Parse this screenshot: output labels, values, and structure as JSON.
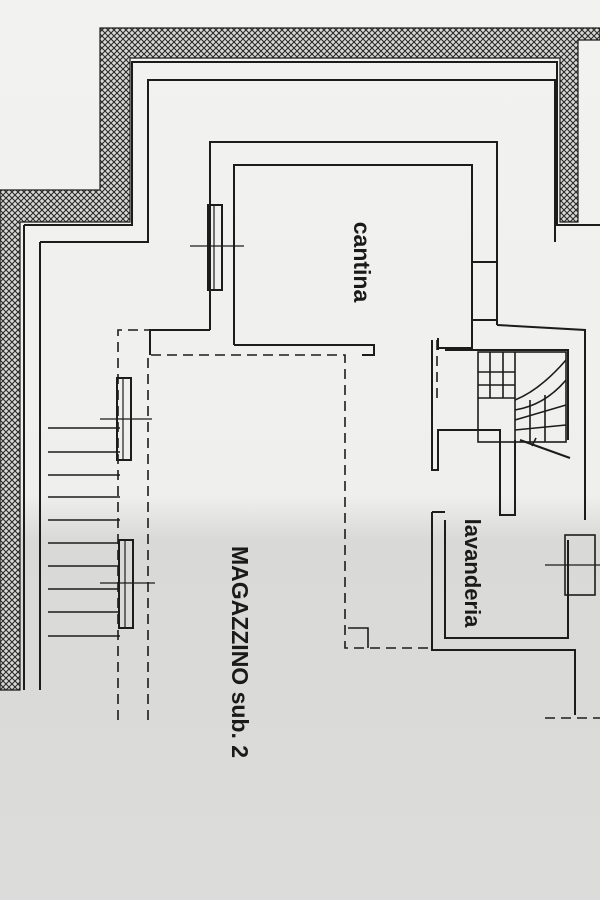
{
  "rooms": {
    "cantina": "cantina",
    "lavanderia": "lavanderia",
    "magazzino": "MAGAZZINO sub. 2"
  },
  "colors": {
    "paper": "#ecebe9",
    "ink": "#1c1c1c",
    "hatch": "#2a2a2a"
  }
}
